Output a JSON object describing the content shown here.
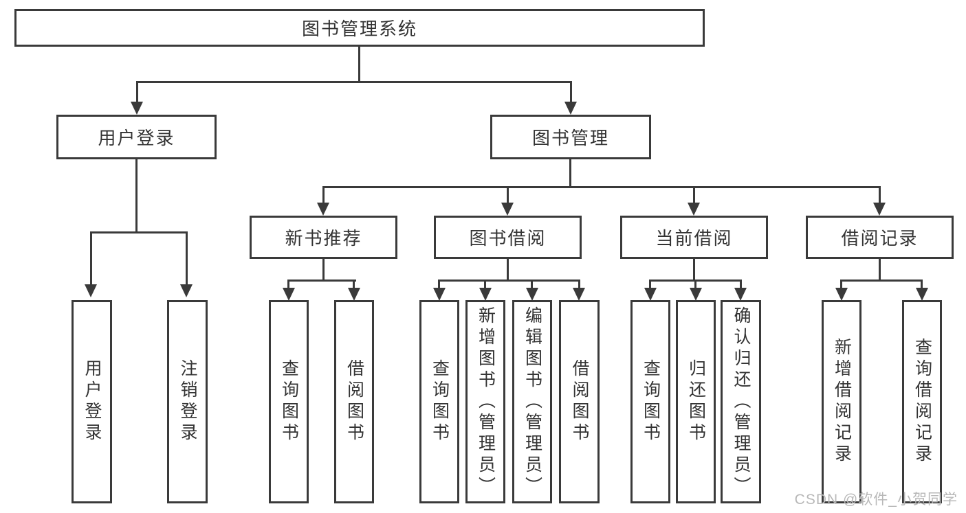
{
  "nodes": {
    "root": "图书管理系统",
    "user_login": "用户登录",
    "book_management": "图书管理",
    "new_book_recommend": "新书推荐",
    "book_borrow": "图书借阅",
    "current_borrow": "当前借阅",
    "borrow_record": "借阅记录",
    "login": "用户登录",
    "logout": "注销登录",
    "nbr_query_book": "查询图书",
    "nbr_borrow_book": "借阅图书",
    "bb_query_book": "查询图书",
    "bb_add_book_admin": "新增图书（管理员）",
    "bb_edit_book_admin": "编辑图书（管理员）",
    "bb_borrow_book": "借阅图书",
    "cb_query_book": "查询图书",
    "cb_return_book": "归还图书",
    "cb_confirm_return_admin": "确认归还（管理员）",
    "br_add_record": "新增借阅记录",
    "br_query_record": "查询借阅记录"
  },
  "watermark": "CSDN @软件_小贺同学",
  "colors": {
    "line": "#3a3a3a",
    "text": "#333333",
    "watermark": "#b8b8b8",
    "background": "#ffffff"
  }
}
